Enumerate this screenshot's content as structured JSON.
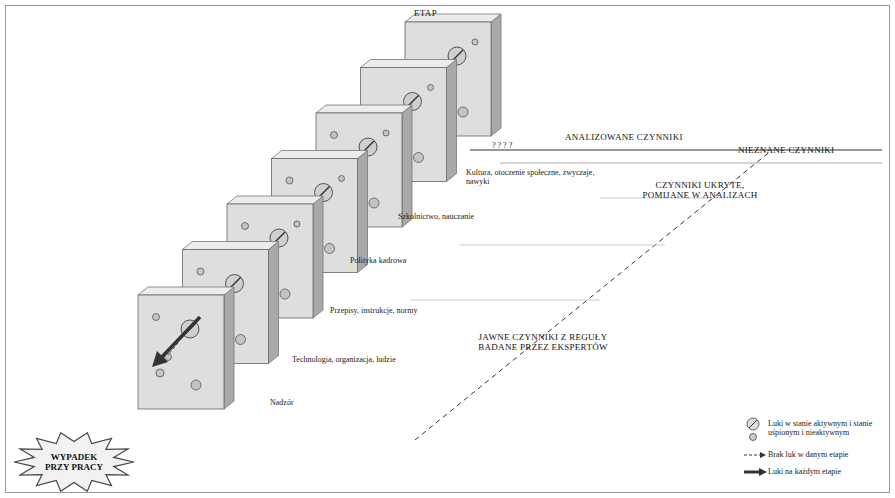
{
  "diagram": {
    "nodes": [
      {
        "text": [
          "WYPADEK PRZY PRACY"
        ]
      }
    ],
    "labels": [
      "ETAP",
      "? ? ? ?",
      "ANALIZOWANE CZYNNIKI",
      "NIEZNANE CZYNNIKI",
      "Kultura, otoczenie społeczne, zwyczaje, nawyki",
      "Szkolnictwo, nauczanie",
      "Polityka kadrowa",
      "Przepisy, instrukcje, normy",
      "Technologia, organizacja, ludzie",
      "Nadzór",
      "CZYNNIKI UKRYTE, POMIJANE W ANALIZACH",
      "JAWNE CZYNNIKI Z REGUŁY BADANE PRZEZ EKSPERTÓW"
    ],
    "legend": [
      {
        "text": "Luki w stanie aktywnym i stanie uśpionym i nieaktywnym"
      },
      {
        "text": "Brak luk w danym etapie"
      },
      {
        "text": "Luki na każdym etapie"
      }
    ]
  }
}
